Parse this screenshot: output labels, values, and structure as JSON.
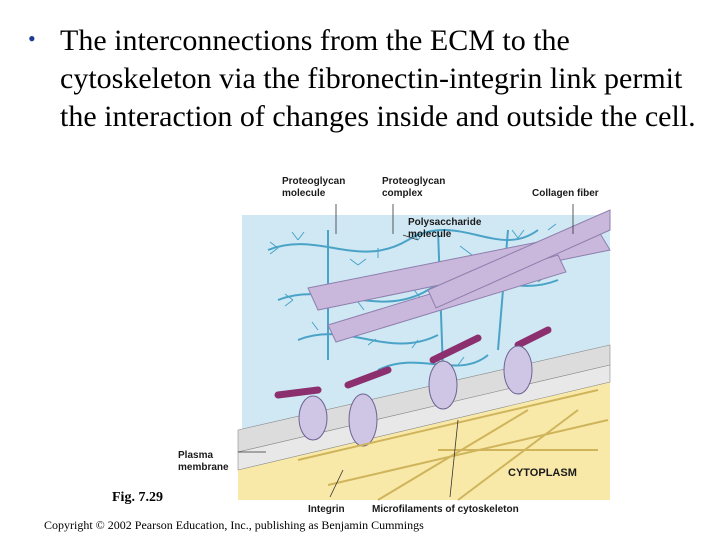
{
  "slide": {
    "bullet_char": "•",
    "bullet_text": "The interconnections from the ECM to the cytoskeleton via the fibronectin-integrin link permit the interaction of changes inside and outside the cell.",
    "fig_label": "Fig. 7.29",
    "copyright": "Copyright © 2002 Pearson Education, Inc., publishing as Benjamin Cummings"
  },
  "figure": {
    "labels": {
      "proteoglycan_molecule_1": "Proteoglycan",
      "proteoglycan_molecule_2": "molecule",
      "proteoglycan_complex_1": "Proteoglycan",
      "proteoglycan_complex_2": "complex",
      "collagen_fiber": "Collagen fiber",
      "polysaccharide_1": "Polysaccharide",
      "polysaccharide_2": "molecule",
      "plasma_membrane_1": "Plasma",
      "plasma_membrane_2": "membrane",
      "cytoplasm": "CYTOPLASM",
      "integrin": "Integrin",
      "microfilaments": "Microfilaments of cytoskeleton"
    },
    "colors": {
      "ecm_background": "#cfe8f4",
      "cytoplasm": "#f8e9a8",
      "collagen": "#c9b8dc",
      "fibronectin": "#8c2f6e",
      "proteoglycan": "#4aa3c6",
      "integrin": "#cfc6e6",
      "membrane": "#b8b8b8"
    }
  }
}
